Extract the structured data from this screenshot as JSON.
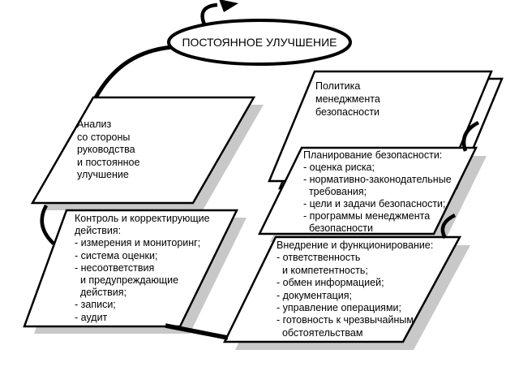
{
  "diagram": {
    "ellipse": {
      "label": "ПОСТОЯННОЕ УЛУЧШЕНИЕ"
    },
    "boxes": {
      "analysis": {
        "lines": [
          "Анализ",
          "со стороны",
          "руководства",
          "и постоянное",
          "улучшение"
        ]
      },
      "policy": {
        "lines": [
          "Политика",
          "менеджмента",
          "безопасности"
        ]
      },
      "planning": {
        "lines": [
          "Планирование безопасности:",
          "- оценка риска;",
          "- нормативно-законодательные",
          "  требования;",
          "- цели и задачи безопасности;",
          "- программы менеджмента",
          "  безопасности"
        ]
      },
      "implementation": {
        "lines": [
          "Внедрение и функционирование:",
          "- ответственность",
          "  и компетентность;",
          "- обмен информацией;",
          "- документация;",
          "- управление операциями;",
          "- готовность к чрезвычайным",
          "  обстоятельствам"
        ]
      },
      "control": {
        "lines": [
          "Контроль и корректирующие",
          "действия:",
          "- измерения и мониторинг;",
          "- система оценки;",
          "- несоответствия",
          "  и предупреждающие",
          "  действия;",
          "- записи;",
          "- аудит"
        ]
      }
    },
    "colors": {
      "stroke": "#000000",
      "box_fill": "#ffffff",
      "shadow": "#c8c8c8",
      "background": "#ffffff"
    }
  }
}
